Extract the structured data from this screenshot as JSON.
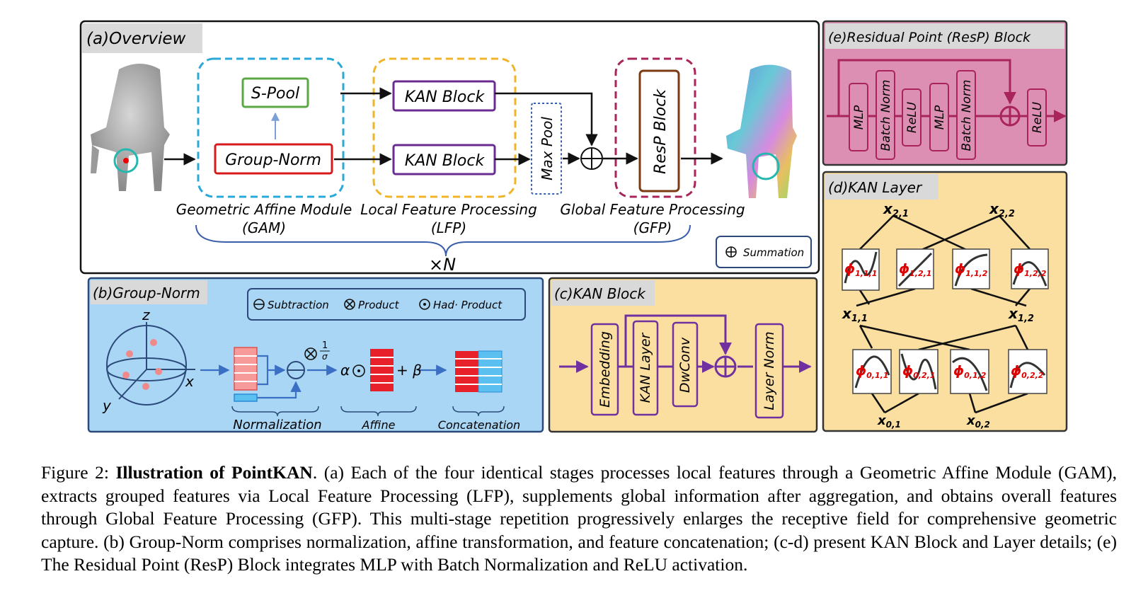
{
  "overview": {
    "title": "(a)Overview",
    "spool": "S-Pool",
    "group_norm": "Group-Norm",
    "kan_block_1": "KAN Block",
    "kan_block_2": "KAN Block",
    "max_pool": "Max Pool",
    "resp_block": "ResP Block",
    "gam_label_1": "Geometric Affine Module",
    "gam_label_2": "(GAM)",
    "lfp_label_1": "Local Feature Processing",
    "lfp_label_2": "(LFP)",
    "gfp_label_1": "Global Feature Processing",
    "gfp_label_2": "(GFP)",
    "repeat": "×N",
    "legend_sum": "Summation"
  },
  "resp": {
    "title": "(e)Residual Point (ResP) Block",
    "cells": [
      "MLP",
      "Batch Norm",
      "ReLU",
      "MLP",
      "Batch Norm",
      "ReLU"
    ]
  },
  "kan_layer": {
    "title": "(d)KAN Layer",
    "top_nodes": [
      "x",
      "x"
    ],
    "top_subs": [
      "2,1",
      "2,2"
    ],
    "mid_nodes": [
      "x",
      "x"
    ],
    "mid_subs": [
      "1,1",
      "1,2"
    ],
    "bot_nodes": [
      "x",
      "x"
    ],
    "bot_subs": [
      "0,1",
      "0,2"
    ],
    "phi_top": [
      "ϕ",
      "ϕ",
      "ϕ",
      "ϕ"
    ],
    "phi_top_subs": [
      "1,1,1",
      "1,2,1",
      "1,1,2",
      "1,2,2"
    ],
    "phi_bot": [
      "ϕ",
      "ϕ",
      "ϕ",
      "ϕ"
    ],
    "phi_bot_subs": [
      "0,1,1",
      "0,2,1",
      "0,1,2",
      "0,2,2"
    ]
  },
  "group_norm_panel": {
    "title": "(b)Group-Norm",
    "legend": [
      "Subtraction",
      "Product",
      "Had· Product"
    ],
    "axis_z": "z",
    "axis_x": "x",
    "axis_y": "y",
    "alpha": "α",
    "beta": "+ β",
    "frac_num": "1",
    "frac_den": "σ",
    "labels": [
      "Normalization",
      "Affine",
      "Concatenation"
    ]
  },
  "kan_block_panel": {
    "title": "(c)KAN Block",
    "cells": [
      "Embedding",
      "KAN Layer",
      "DwConv",
      "Layer Norm"
    ]
  },
  "caption": {
    "prefix": "Figure 2: ",
    "bold": "Illustration of PointKAN",
    "body": ". (a) Each of the four identical stages processes local features through a Geometric Affine Module (GAM), extracts grouped features via Local Feature Processing (LFP), supplements global information after aggregation, and obtains overall features through Global Feature Processing (GFP). This multi-stage repetition progressively enlarges the receptive field for comprehensive geometric capture. (b) Group-Norm comprises normalization, affine transformation, and feature concatenation; (c-d) present KAN Block and Layer details; (e) The Residual Point (ResP) Block integrates MLP with Batch Normalization and ReLU activation."
  },
  "colors": {
    "gam": "#2aa8d8",
    "lfp": "#f0b429",
    "gfp": "#a8245a",
    "spool": "#5aa843",
    "group_norm": "#d7191c",
    "kan": "#6a2c91",
    "resp": "#7b3a12",
    "panel_e_bg": "#dd8fb3",
    "panel_b_bg": "#a9d6f5",
    "panel_cd_bg": "#fbdfa0"
  }
}
